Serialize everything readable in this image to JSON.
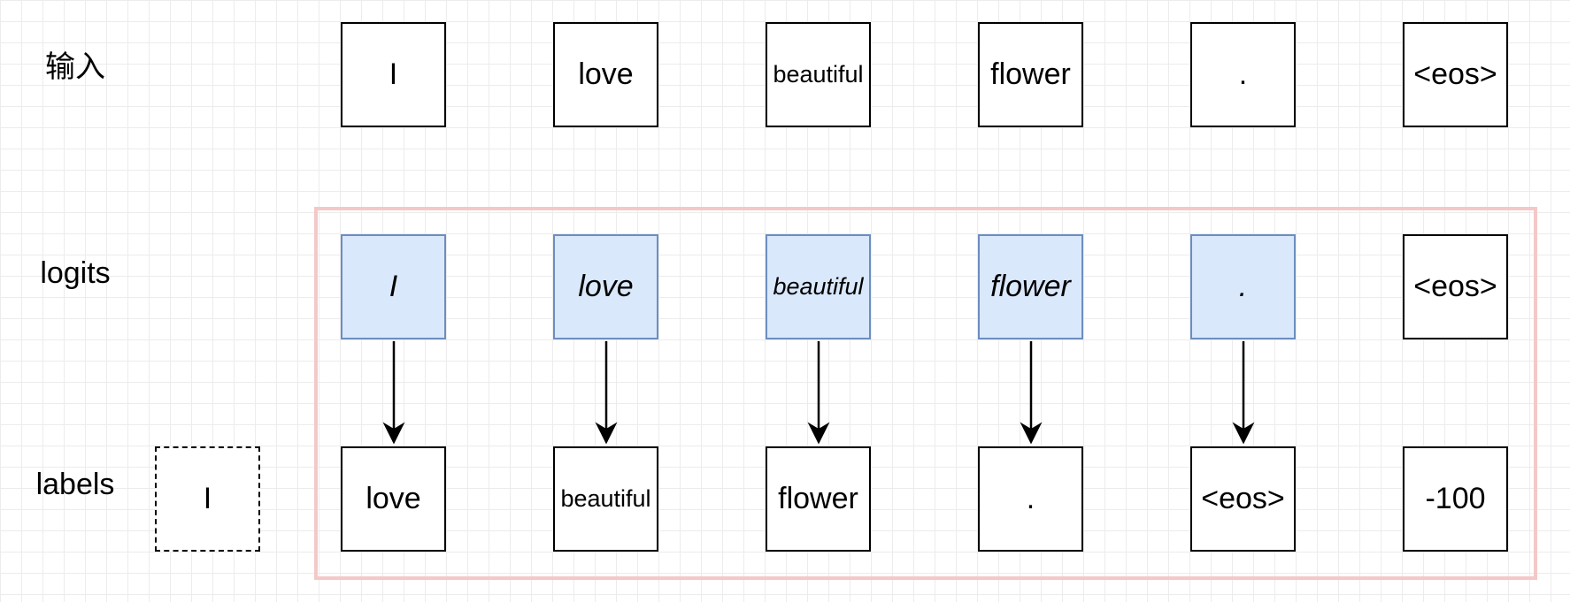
{
  "rows": {
    "input": {
      "label": "输入",
      "tokens": [
        "I",
        "love",
        "beautiful",
        "flower",
        ".",
        "<eos>"
      ]
    },
    "logits": {
      "label": "logits",
      "tokens": [
        "I",
        "love",
        "beautiful",
        "flower",
        ".",
        "<eos>"
      ]
    },
    "labels": {
      "label": "labels",
      "shifted_token": "I",
      "tokens": [
        "love",
        "beautiful",
        "flower",
        ".",
        "<eos>",
        "-100"
      ]
    }
  },
  "colors": {
    "logit_fill": "#dae8fc",
    "logit_border": "#6c8ebf",
    "highlight_border": "#f5c8c8",
    "grid": "#ececec"
  }
}
